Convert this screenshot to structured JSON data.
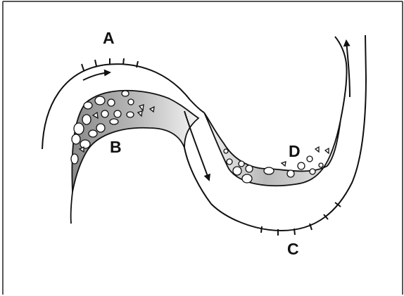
{
  "diagram": {
    "labels": {
      "a": "A",
      "b": "B",
      "c": "C",
      "d": "D"
    },
    "colors": {
      "line": "#111111",
      "background": "#ffffff",
      "deposit_dark": "#8e8e8e",
      "deposit_light": "#f2f2f2"
    }
  }
}
